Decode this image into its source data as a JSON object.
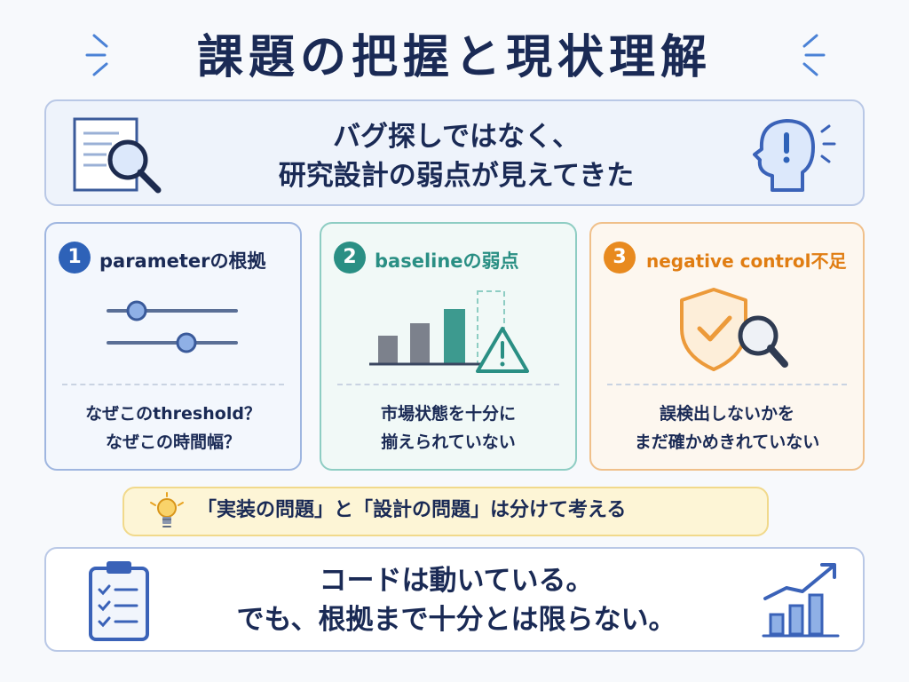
{
  "title": "課題の把握と現状理解",
  "banner": {
    "line1": "バグ探しではなく、",
    "line2": "研究設計の弱点が見えてきた"
  },
  "cards": [
    {
      "number": "1",
      "title": "parameterの根拠",
      "line1": "なぜこのthreshold？",
      "line2": "なぜこの時間幅？",
      "color": "#2e62b8"
    },
    {
      "number": "2",
      "title": "baselineの弱点",
      "line1": "市場状態を十分に",
      "line2": "揃えられていない",
      "color": "#2a8f84"
    },
    {
      "number": "3",
      "title": "negative control不足",
      "line1": "誤検出しないかを",
      "line2": "まだ確かめきれていない",
      "color": "#e88a1f"
    }
  ],
  "tip": {
    "text": "「実装の問題」と「設計の問題」は分けて考える"
  },
  "bottom": {
    "line1": "コードは動いている。",
    "line2": "でも、根拠まで十分とは限らない。"
  },
  "icons": {
    "document_search": "document-search-icon",
    "head_alert": "head-alert-icon",
    "sliders": "sliders-icon",
    "bar_warning": "bar-warning-icon",
    "shield_check": "shield-search-icon",
    "lightbulb": "lightbulb-icon",
    "clipboard": "clipboard-checklist-icon",
    "growth_chart": "growth-chart-icon"
  }
}
